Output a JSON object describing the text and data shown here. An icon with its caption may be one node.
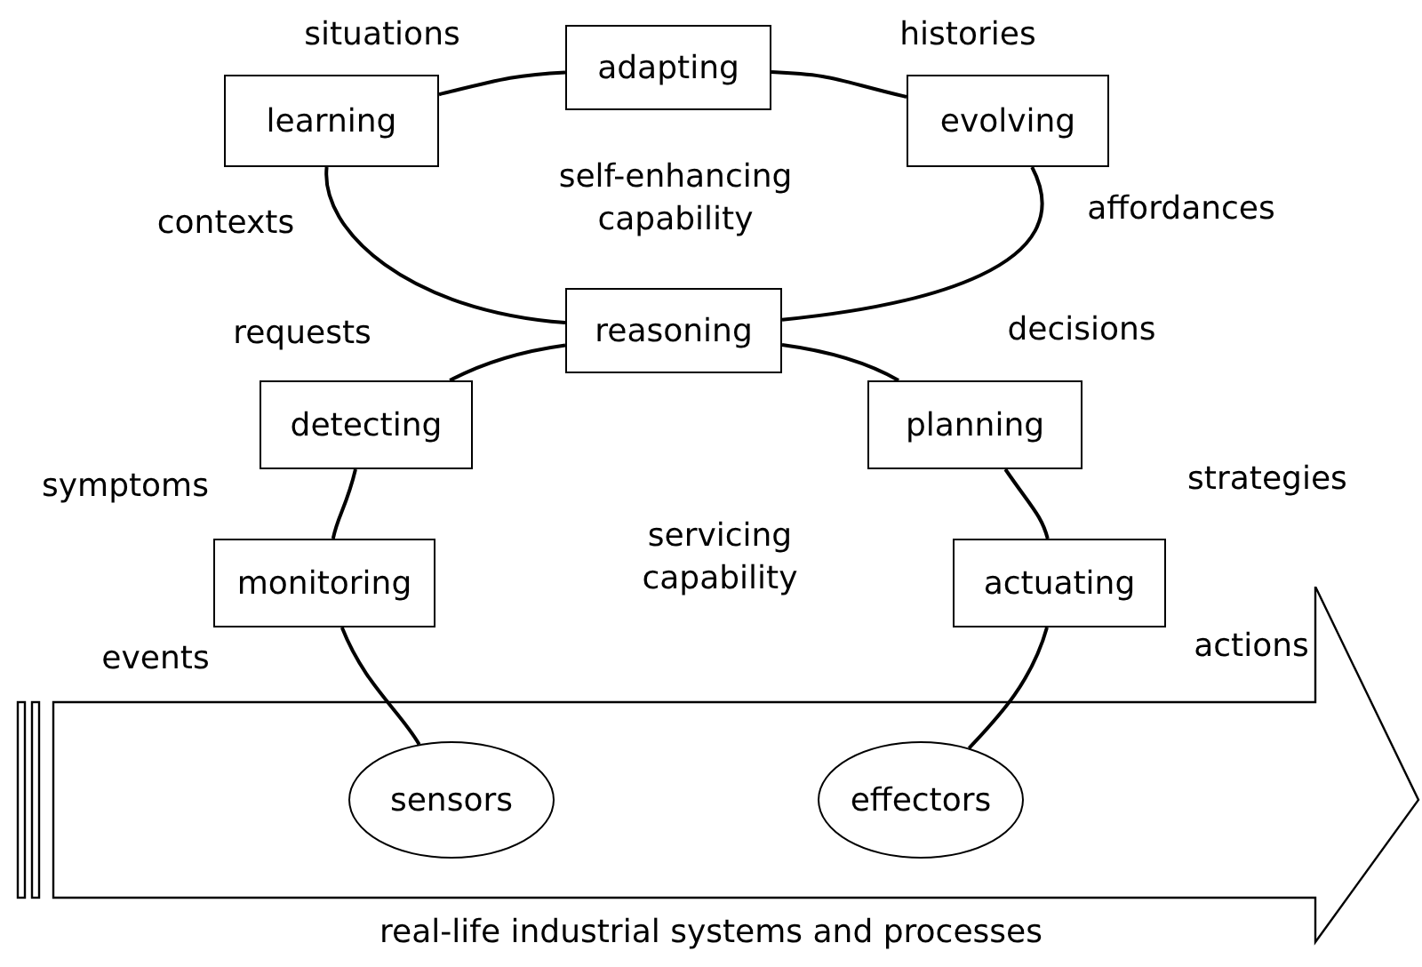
{
  "diagram": {
    "nodes": [
      {
        "text": [
          "adapting"
        ]
      },
      {
        "text": [
          "learning"
        ]
      },
      {
        "text": [
          "evolving"
        ]
      },
      {
        "text": [
          "reasoning"
        ]
      },
      {
        "text": [
          "detecting"
        ]
      },
      {
        "text": [
          "planning"
        ]
      },
      {
        "text": [
          "monitoring"
        ]
      },
      {
        "text": [
          "actuating"
        ]
      },
      {
        "text": [
          "real-life industrial systems and processes"
        ]
      },
      {
        "text": [
          "sensors"
        ],
        "in": 8
      },
      {
        "text": [
          "effectors"
        ],
        "in": 8
      }
    ],
    "edges": [
      {
        "from": 1,
        "to": 0,
        "arrow": "none"
      },
      {
        "from": 0,
        "to": 2,
        "arrow": "none"
      },
      {
        "from": 2,
        "to": 3,
        "arrow": "none"
      },
      {
        "from": 3,
        "to": 1,
        "arrow": "none"
      },
      {
        "from": 3,
        "to": 4,
        "arrow": "none"
      },
      {
        "from": 4,
        "to": 6,
        "arrow": "none"
      },
      {
        "from": 6,
        "to": 9,
        "arrow": "none"
      },
      {
        "from": 3,
        "to": 5,
        "arrow": "none"
      },
      {
        "from": 5,
        "to": 7,
        "arrow": "none"
      },
      {
        "from": 7,
        "to": 10,
        "arrow": "none"
      }
    ],
    "labels": [
      "situations",
      "histories",
      "self-enhancing capability",
      "contexts",
      "affordances",
      "requests",
      "decisions",
      "symptoms",
      "strategies",
      "servicing capability",
      "events",
      "actions"
    ]
  }
}
